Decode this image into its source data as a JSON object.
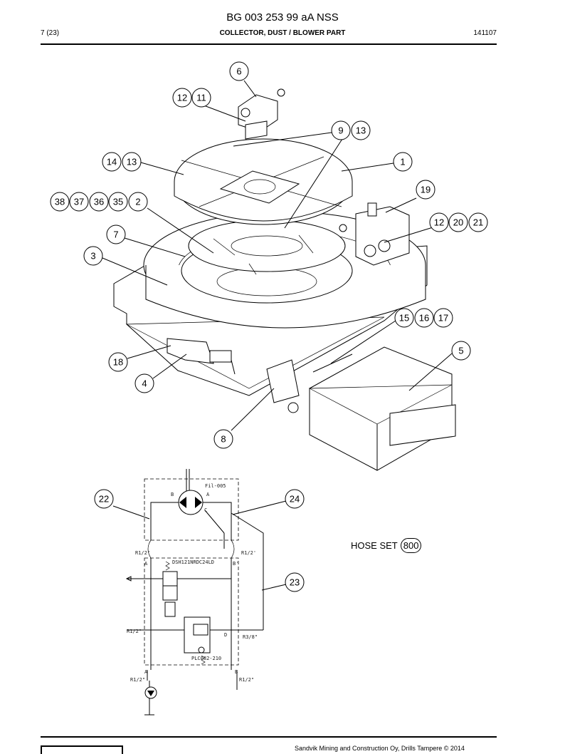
{
  "header": {
    "doc_number": "BG 003 253 99 aA NSS",
    "page": "7 (23)",
    "title": "COLLECTOR, DUST / BLOWER PART",
    "date": "141107"
  },
  "callouts": [
    "6",
    "12",
    "11",
    "9",
    "13",
    "14",
    "13",
    "1",
    "19",
    "38",
    "37",
    "36",
    "35",
    "2",
    "12",
    "20",
    "21",
    "7",
    "3",
    "15",
    "16",
    "17",
    "5",
    "18",
    "4",
    "8",
    "22",
    "24",
    "23",
    "800"
  ],
  "schematic": {
    "labels": {
      "filter": "Fil-005",
      "b_top": "B",
      "a_top": "A",
      "c_top": "C",
      "r_left": "R1/2\"",
      "r_right": "R1/2'",
      "a_mid": "A",
      "b_mid": "B'",
      "valve": "DSH121NRDC24LD",
      "r_side": "R1/2\"",
      "d": "D",
      "r38": "R3/8\"",
      "relief": "PLC082-210",
      "a_bot": "A",
      "b_bot": "B",
      "r_bot_left": "R1/2\"",
      "r_bot_right": "R1/2\""
    }
  },
  "hose_set": {
    "label": "HOSE SET",
    "number": "800"
  },
  "footer": {
    "text": "Sandvik Mining and Construction Oy, Drills Tampere © 2014"
  }
}
